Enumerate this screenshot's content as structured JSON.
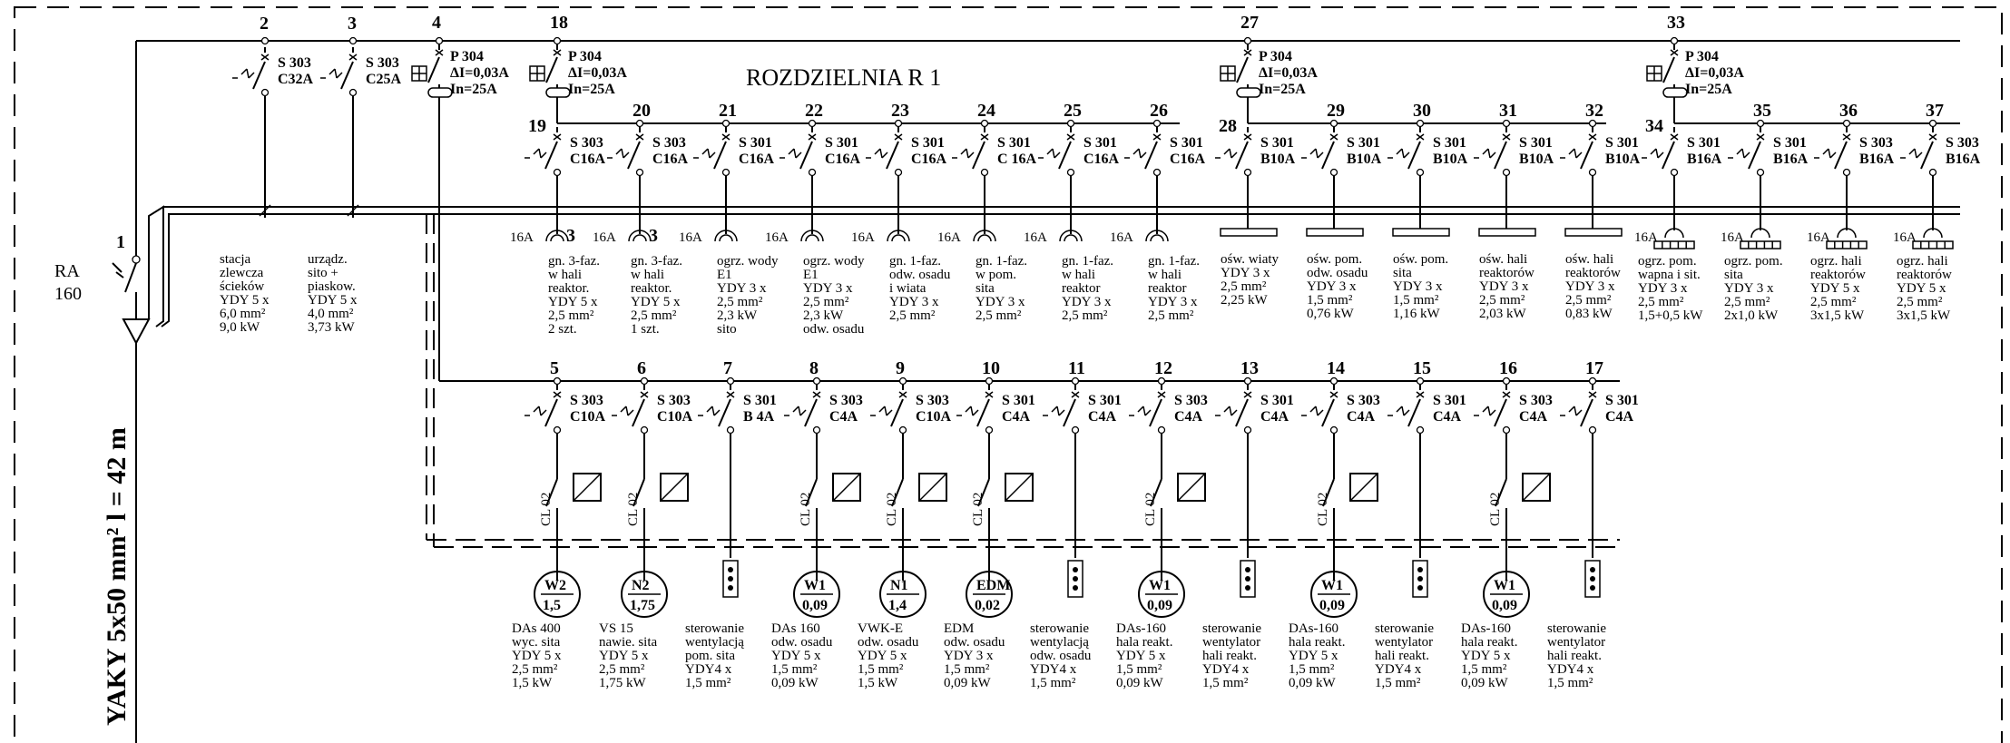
{
  "title": "ROZDZIELNIA  R 1",
  "main_cable": "YAKY 5x50 mm² l = 42 m",
  "ra": {
    "no": "1",
    "name": "RA",
    "rating": "160"
  },
  "rcds": [
    {
      "no": "4",
      "type": "P 304",
      "di": "ΔI=0,03A",
      "in": "In=25A"
    },
    {
      "no": "18",
      "type": "P 304",
      "di": "ΔI=0,03A",
      "in": "In=25A",
      "sub": "19"
    },
    {
      "no": "27",
      "type": "P 304",
      "di": "ΔI=0,03A",
      "in": "In=25A",
      "sub": "28"
    },
    {
      "no": "33",
      "type": "P 304",
      "di": "ΔI=0,03A",
      "in": "In=25A",
      "sub": "34"
    }
  ],
  "direct_circuits": [
    {
      "no": "2",
      "type": "S 303",
      "rating": "C32A",
      "desc": [
        "stacja",
        "zlewcza",
        "ścieków",
        "YDY 5 x",
        "6,0 mm²",
        "9,0 kW"
      ]
    },
    {
      "no": "3",
      "type": "S 303",
      "rating": "C25A",
      "desc": [
        "urządz.",
        "sito +",
        "piaskow.",
        "YDY 5 x",
        "4,0 mm²",
        "3,73 kW"
      ]
    }
  ],
  "sockets_group": [
    {
      "no": "20",
      "type": "S 303",
      "rating": "C16A",
      "load": "16A",
      "phase": "3",
      "desc": [
        "gn. 3-faz.",
        "w hali",
        "reaktor.",
        "YDY 5 x",
        "2,5 mm²",
        "2 szt."
      ]
    },
    {
      "no": "20",
      "type": "S 303",
      "rating": "C16A",
      "load": "16A",
      "phase": "3",
      "desc": [
        "gn. 3-faz.",
        "w hali",
        "reaktor.",
        "YDY 5 x",
        "2,5 mm²",
        "1 szt."
      ]
    },
    {
      "no": "21",
      "type": "S 301",
      "rating": "C16A",
      "load": "16A",
      "desc": [
        "ogrz. wody",
        "E1",
        "YDY 3 x",
        "2,5 mm²",
        "2,3 kW",
        "sito"
      ]
    },
    {
      "no": "22",
      "type": "S 301",
      "rating": "C16A",
      "load": "16A",
      "desc": [
        "ogrz. wody",
        "E1",
        "YDY 3 x",
        "2,5 mm²",
        "2,3 kW",
        "odw. osadu"
      ]
    },
    {
      "no": "23",
      "type": "S 301",
      "rating": "C16A",
      "load": "16A",
      "desc": [
        "gn. 1-faz.",
        "odw. osadu",
        "i wiata",
        "YDY 3 x",
        "2,5 mm²"
      ]
    },
    {
      "no": "24",
      "type": "S 301",
      "rating": "C 16A",
      "load": "16A",
      "desc": [
        "gn. 1-faz.",
        "w pom.",
        "sita",
        "YDY 3 x",
        "2,5 mm²"
      ]
    },
    {
      "no": "25",
      "type": "S 301",
      "rating": "C16A",
      "load": "16A",
      "desc": [
        "gn. 1-faz.",
        "w hali",
        "reaktor",
        "YDY 3 x",
        "2,5 mm²"
      ]
    },
    {
      "no": "26",
      "type": "S 301",
      "rating": "C16A",
      "load": "16A",
      "desc": [
        "gn. 1-faz.",
        "w hali",
        "reaktor",
        "YDY 3 x",
        "2,5 mm²"
      ]
    }
  ],
  "lighting_group": [
    {
      "no": "",
      "type": "S 301",
      "rating": "B10A",
      "desc": [
        "ośw. wiaty",
        "YDY 3 x",
        "2,5 mm²",
        "2,25 kW"
      ]
    },
    {
      "no": "29",
      "type": "S 301",
      "rating": "B10A",
      "desc": [
        "ośw. pom.",
        "odw. osadu",
        "YDY 3 x",
        "1,5 mm²",
        "0,76 kW"
      ]
    },
    {
      "no": "30",
      "type": "S 301",
      "rating": "B10A",
      "desc": [
        "ośw. pom.",
        "sita",
        "YDY 3 x",
        "1,5 mm²",
        "1,16 kW"
      ]
    },
    {
      "no": "31",
      "type": "S 301",
      "rating": "B10A",
      "desc": [
        "ośw. hali",
        "reaktorów",
        "YDY 3 x",
        "2,5 mm²",
        "2,03 kW"
      ]
    },
    {
      "no": "32",
      "type": "S 301",
      "rating": "B10A",
      "desc": [
        "ośw. hali",
        "reaktorów",
        "YDY 3 x",
        "2,5 mm²",
        "0,83 kW"
      ]
    }
  ],
  "heating_group": [
    {
      "no": "",
      "type": "S 301",
      "rating": "B16A",
      "load": "16A",
      "desc": [
        "ogrz. pom.",
        "wapna i sit.",
        "YDY 3 x",
        "2,5 mm²",
        "1,5+0,5 kW"
      ]
    },
    {
      "no": "35",
      "type": "S 301",
      "rating": "B16A",
      "load": "16A",
      "desc": [
        "ogrz. pom.",
        "sita",
        "YDY 3 x",
        "2,5 mm²",
        "2x1,0 kW"
      ]
    },
    {
      "no": "36",
      "type": "S 303",
      "rating": "B16A",
      "load": "16A",
      "desc": [
        "ogrz. hali",
        "reaktorów",
        "YDY 5 x",
        "2,5 mm²",
        "3x1,5 kW"
      ]
    },
    {
      "no": "37",
      "type": "S 303",
      "rating": "B16A",
      "load": "16A",
      "desc": [
        "ogrz. hali",
        "reaktorów",
        "YDY 5 x",
        "2,5 mm²",
        "3x1,5 kW"
      ]
    }
  ],
  "contactor_label": "CL 02",
  "motor_group": [
    {
      "no": "5",
      "type": "S 303",
      "rating": "C10A",
      "motor": "W2",
      "power": "1,5",
      "desc": [
        "DAs 400",
        "wyc. sita",
        "YDY 5 x",
        "2,5 mm²",
        "1,5 kW"
      ]
    },
    {
      "no": "6",
      "type": "S 303",
      "rating": "C10A",
      "motor": "N2",
      "power": "1,75",
      "desc": [
        "VS 15",
        "nawie. sita",
        "YDY 5 x",
        "2,5 mm²",
        "1,75 kW"
      ]
    },
    {
      "no": "7",
      "type": "S 301",
      "rating": "B 4A",
      "desc": [
        "sterowanie",
        "wentylacją",
        "pom. sita",
        "YDY4 x",
        "1,5 mm²"
      ]
    },
    {
      "no": "8",
      "type": "S 303",
      "rating": "C4A",
      "motor": "W1",
      "power": "0,09",
      "desc": [
        "DAs 160",
        "odw. osadu",
        "YDY 5 x",
        "1,5 mm²",
        "0,09 kW"
      ]
    },
    {
      "no": "9",
      "type": "S 303",
      "rating": "C10A",
      "motor": "N1",
      "power": "1,4",
      "desc": [
        "VWK-E",
        "odw. osadu",
        "YDY 5 x",
        "1,5 mm²",
        "1,5 kW"
      ]
    },
    {
      "no": "10",
      "type": "S 301",
      "rating": "C4A",
      "motor": "EDM",
      "power": "0,02",
      "desc": [
        "EDM",
        "odw. osadu",
        "YDY 3 x",
        "1,5 mm²",
        "0,09 kW"
      ]
    },
    {
      "no": "11",
      "type": "S 301",
      "rating": "C4A",
      "desc": [
        "sterowanie",
        "wentylacją",
        "odw. osadu",
        "YDY4 x",
        "1,5 mm²"
      ]
    },
    {
      "no": "12",
      "type": "S 303",
      "rating": "C4A",
      "motor": "W1",
      "power": "0,09",
      "desc": [
        "DAs-160",
        "hala reakt.",
        "YDY 5 x",
        "1,5 mm²",
        "0,09 kW"
      ]
    },
    {
      "no": "13",
      "type": "S 301",
      "rating": "C4A",
      "desc": [
        "sterowanie",
        "wentylator",
        "hali reakt.",
        "YDY4 x",
        "1,5 mm²"
      ]
    },
    {
      "no": "14",
      "type": "S 303",
      "rating": "C4A",
      "motor": "W1",
      "power": "0,09",
      "desc": [
        "DAs-160",
        "hala reakt.",
        "YDY 5 x",
        "1,5 mm²",
        "0,09 kW"
      ]
    },
    {
      "no": "15",
      "type": "S 301",
      "rating": "C4A",
      "desc": [
        "sterowanie",
        "wentylator",
        "hali reakt.",
        "YDY4 x",
        "1,5 mm²"
      ]
    },
    {
      "no": "16",
      "type": "S 303",
      "rating": "C4A",
      "motor": "W1",
      "power": "0,09",
      "desc": [
        "DAs-160",
        "hala reakt.",
        "YDY 5 x",
        "1,5 mm²",
        "0,09 kW"
      ]
    },
    {
      "no": "17",
      "type": "S 301",
      "rating": "C4A",
      "desc": [
        "sterowanie",
        "wentylator",
        "hali reakt.",
        "YDY4 x",
        "1,5 mm²"
      ]
    }
  ]
}
